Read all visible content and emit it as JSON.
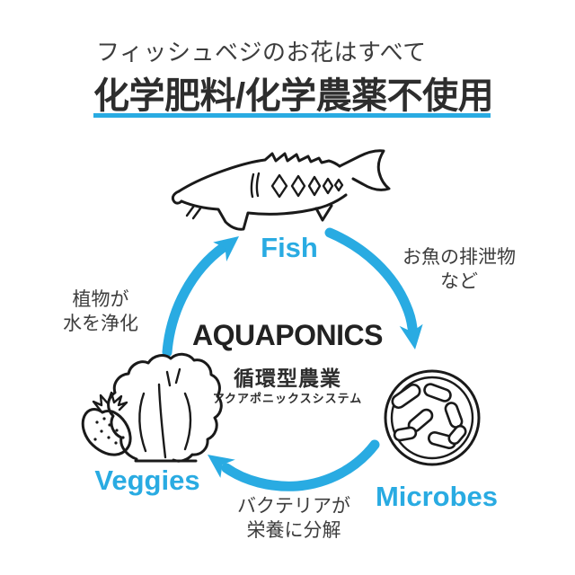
{
  "colors": {
    "accent": "#29ABE2",
    "ink": "#3D3D3D",
    "title_ink": "#2D2D2D",
    "line_ink": "#1A1A1A",
    "background": "#FFFFFF"
  },
  "header": {
    "subtitle": "フィッシュベジのお花はすべて",
    "title": "化学肥料/化学農薬不使用"
  },
  "cycle": {
    "title": "AQUAPONICS",
    "subtitle": "循環型農業",
    "caption": "アクアポニックスシステム",
    "nodes": [
      {
        "id": "fish",
        "label": "Fish",
        "icon": "sturgeon-fish-icon"
      },
      {
        "id": "microbes",
        "label": "Microbes",
        "icon": "microbes-petri-dish-icon"
      },
      {
        "id": "veggies",
        "label": "Veggies",
        "icon": "lettuce-and-strawberry-icon"
      }
    ],
    "annotations": [
      {
        "id": "fish-to-microbes",
        "line1": "お魚の排泄物",
        "line2": "など"
      },
      {
        "id": "microbes-to-veggies",
        "line1": "バクテリアが",
        "line2": "栄養に分解"
      },
      {
        "id": "veggies-to-fish",
        "line1": "植物が",
        "line2": "水を浄化"
      }
    ]
  }
}
